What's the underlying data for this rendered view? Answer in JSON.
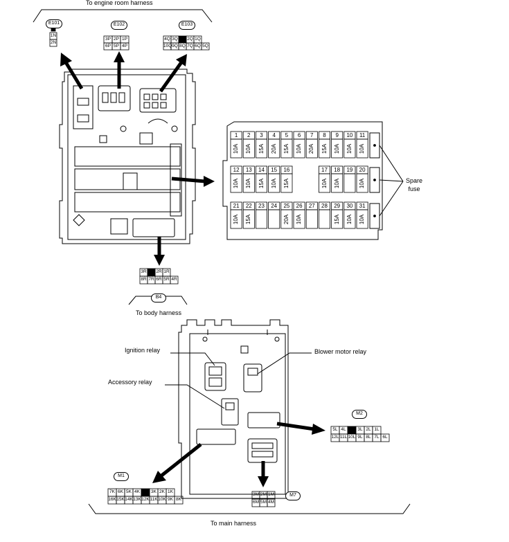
{
  "labels": {
    "top_harness": "To engine room harness",
    "body_harness": "To body harness",
    "main_harness": "To main harness",
    "spare_fuse": "Spare\nfuse",
    "ignition_relay": "Ignition relay",
    "blower_motor_relay": "Blower motor relay",
    "accessory_relay": "Accessory relay"
  },
  "connectors": {
    "E101": {
      "tag": "E101",
      "rows": [
        [
          "1N"
        ],
        [
          "2N"
        ]
      ]
    },
    "E102": {
      "tag": "E102",
      "rows": [
        [
          "3P",
          "2P",
          "1P"
        ],
        [
          "6P",
          "5P",
          "4P"
        ]
      ]
    },
    "E103": {
      "tag": "E103",
      "rows": [
        [
          "4Q",
          "3Q",
          "",
          "2Q",
          "1Q"
        ],
        [
          "10Q",
          "9Q",
          "8Q",
          "7Q",
          "6Q",
          "5Q"
        ]
      ]
    },
    "B4": {
      "tag": "B4",
      "rows": [
        [
          "3R",
          "",
          "2R",
          "1R"
        ],
        [
          "8R",
          "7R",
          "6R",
          "5R",
          "4R"
        ]
      ]
    },
    "M2": {
      "tag": "M2",
      "rows": [
        [
          "5L",
          "4L",
          "",
          "3L",
          "2L",
          "1L"
        ],
        [
          "12L",
          "11L",
          "10L",
          "9L",
          "8L",
          "7L",
          "6L"
        ]
      ]
    },
    "M1": {
      "tag": "M1",
      "rows": [
        [
          "7K",
          "6K",
          "5K",
          "4K",
          "",
          "3K",
          "2K",
          "1K"
        ],
        [
          "16K",
          "15K",
          "14K",
          "13K",
          "12K",
          "11K",
          "10K",
          "9K",
          "8K"
        ]
      ]
    },
    "M7": {
      "tag": "M7",
      "rows": [
        [
          "3M",
          "2M",
          "1M"
        ],
        [
          "6M",
          "5M",
          "4M"
        ]
      ]
    }
  },
  "fuses": {
    "row1": [
      {
        "no": "1",
        "amp": "10A"
      },
      {
        "no": "2",
        "amp": "10A"
      },
      {
        "no": "3",
        "amp": "15A"
      },
      {
        "no": "4",
        "amp": "20A"
      },
      {
        "no": "5",
        "amp": "15A"
      },
      {
        "no": "6",
        "amp": "10A"
      },
      {
        "no": "7",
        "amp": "20A"
      },
      {
        "no": "8",
        "amp": "15A"
      },
      {
        "no": "9",
        "amp": "10A"
      },
      {
        "no": "10",
        "amp": "10A"
      },
      {
        "no": "11",
        "amp": "10A"
      }
    ],
    "row2": [
      {
        "no": "12",
        "amp": "10A"
      },
      {
        "no": "13",
        "amp": "10A"
      },
      {
        "no": "14",
        "amp": "15A"
      },
      {
        "no": "15",
        "amp": "10A"
      },
      {
        "no": "16",
        "amp": "15A"
      },
      {
        "no": "17",
        "amp": "10A"
      },
      {
        "no": "18",
        "amp": "10A"
      },
      {
        "no": "19",
        "amp": ""
      },
      {
        "no": "20",
        "amp": "10A"
      }
    ],
    "row3": [
      {
        "no": "21",
        "amp": "10A"
      },
      {
        "no": "22",
        "amp": "15A"
      },
      {
        "no": "23",
        "amp": ""
      },
      {
        "no": "24",
        "amp": ""
      },
      {
        "no": "25",
        "amp": "20A"
      },
      {
        "no": "26",
        "amp": "10A"
      },
      {
        "no": "27",
        "amp": ""
      },
      {
        "no": "28",
        "amp": ""
      },
      {
        "no": "29",
        "amp": "15A"
      },
      {
        "no": "30",
        "amp": "10A"
      },
      {
        "no": "31",
        "amp": "10A"
      }
    ]
  }
}
